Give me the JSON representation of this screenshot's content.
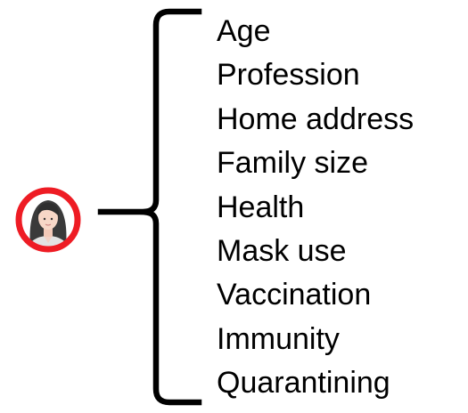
{
  "person": {
    "icon": "person-avatar-icon",
    "ring_color": "#ee1c24"
  },
  "attributes": [
    "Age",
    "Profession",
    "Home address",
    "Family size",
    "Health",
    "Mask use",
    "Vaccination",
    "Immunity",
    "Quarantining"
  ]
}
